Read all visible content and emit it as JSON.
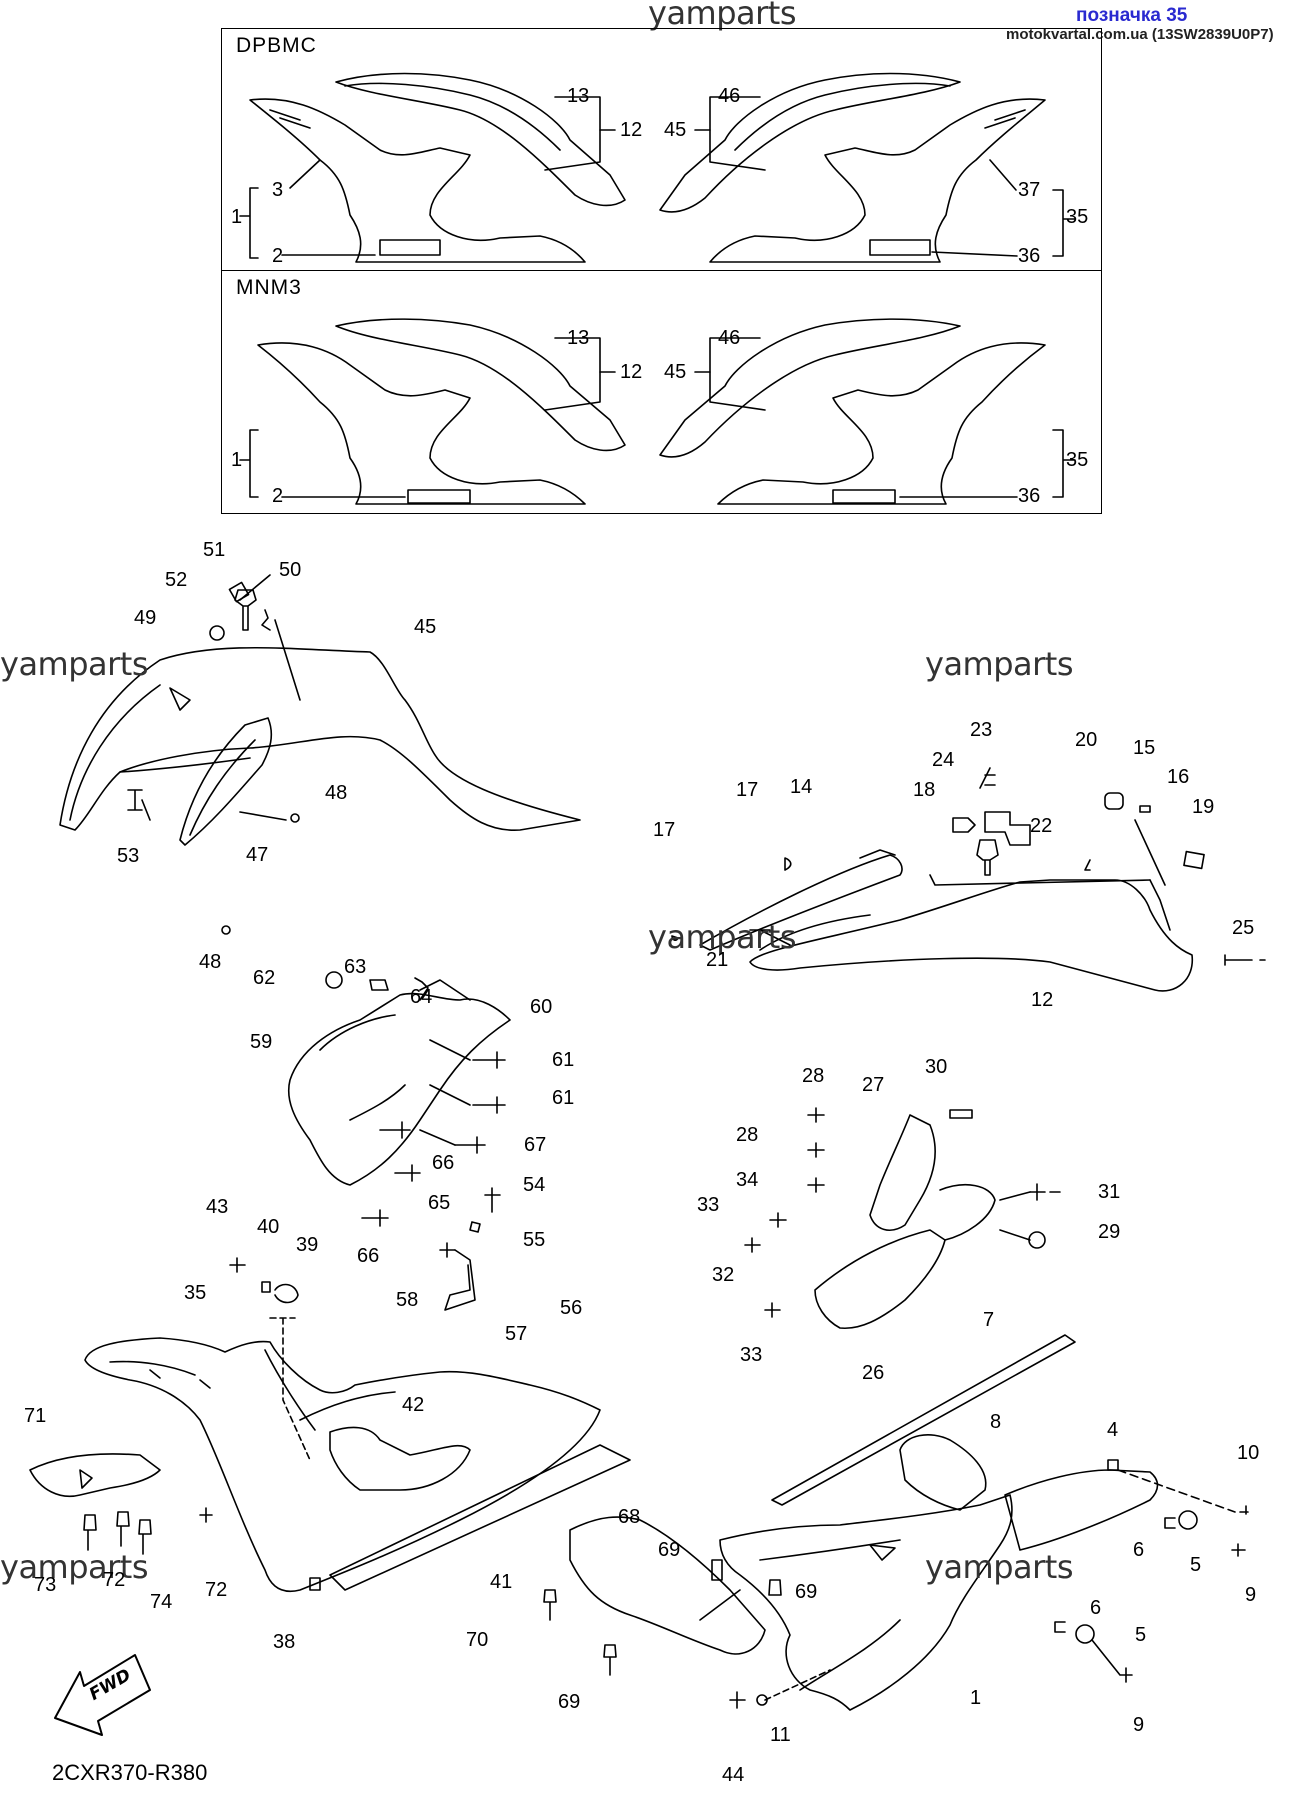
{
  "header": {
    "link_text": "позначка 35",
    "site_text": "motokvartal.com.ua (13SW2839U0P7)"
  },
  "watermark": "yamparts",
  "variants": [
    "DPBMC",
    "MNM3"
  ],
  "fwd_label": "FWD",
  "diagram_code": "2CXR370-R380",
  "colors": {
    "line": "#000000",
    "link": "#2a2ad0",
    "watermark": "#333333"
  },
  "callouts_top": {
    "v1": [
      "13",
      "12",
      "3",
      "1",
      "2",
      "46",
      "45",
      "37",
      "35",
      "36"
    ],
    "v2": [
      "13",
      "12",
      "1",
      "2",
      "46",
      "45",
      "35",
      "36"
    ]
  },
  "callouts": {
    "n51": "51",
    "n50": "50",
    "n52": "52",
    "n49": "49",
    "n45": "45",
    "n48a": "48",
    "n53": "53",
    "n47": "47",
    "n48b": "48",
    "n23": "23",
    "n20": "20",
    "n15": "15",
    "n16": "16",
    "n24": "24",
    "n17a": "17",
    "n14": "14",
    "n18": "18",
    "n22": "22",
    "n19": "19",
    "n17b": "17",
    "n25": "25",
    "n21": "21",
    "n12": "12",
    "n63": "63",
    "n64": "64",
    "n62": "62",
    "n60": "60",
    "n59": "59",
    "n61a": "61",
    "n61b": "61",
    "n67": "67",
    "n66a": "66",
    "n65": "65",
    "n66b": "66",
    "n28a": "28",
    "n27": "27",
    "n30": "30",
    "n28b": "28",
    "n34": "34",
    "n31": "31",
    "n33a": "33",
    "n29": "29",
    "n32": "32",
    "n33b": "33",
    "n26": "26",
    "n54": "54",
    "n43": "43",
    "n40": "40",
    "n39": "39",
    "n55": "55",
    "n58": "58",
    "n56": "56",
    "n57": "57",
    "n35": "35",
    "n7": "7",
    "n42": "42",
    "n8": "8",
    "n4": "4",
    "n10": "10",
    "n71": "71",
    "n68": "68",
    "n69a": "69",
    "n69b": "69",
    "n6a": "6",
    "n5a": "5",
    "n9a": "9",
    "n73": "73",
    "n72a": "72",
    "n74": "74",
    "n72b": "72",
    "n41": "41",
    "n6b": "6",
    "n5b": "5",
    "n70": "70",
    "n38": "38",
    "n1": "1",
    "n69c": "69",
    "n9b": "9",
    "n11": "11",
    "n44": "44"
  }
}
